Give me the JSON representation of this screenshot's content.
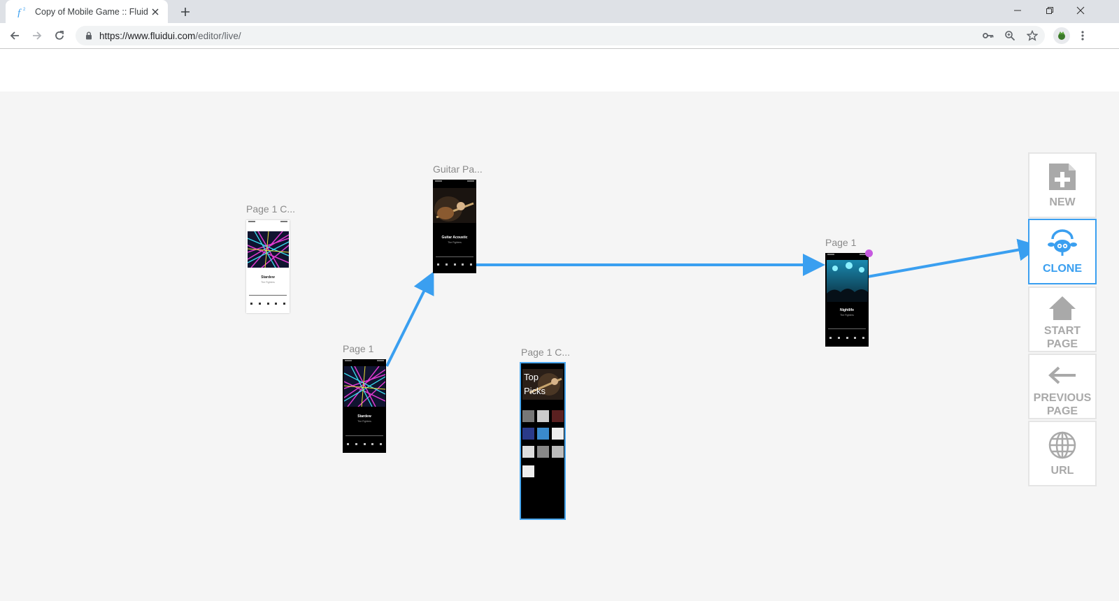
{
  "browser": {
    "tab_title": "Copy of Mobile Game :: Fluid UI",
    "url_host": "https://www.fluidui.com",
    "url_path": "/editor/live/"
  },
  "pages": [
    {
      "id": "page1-copy-a",
      "label": "Page 1 C...",
      "thumb_title": "Stardew",
      "thumb_sub": "The Fighters",
      "theme": "light"
    },
    {
      "id": "guitar-page",
      "label": "Guitar Pa...",
      "thumb_title": "Guitar Acoustic",
      "thumb_sub": "The Fighters",
      "theme": "dark"
    },
    {
      "id": "page1-left",
      "label": "Page 1",
      "thumb_title": "Stardew",
      "thumb_sub": "The Fighters",
      "theme": "dark"
    },
    {
      "id": "page1-copy-b",
      "label": "Page 1 C...",
      "thumb_title": "Top Picks",
      "theme": "dark"
    },
    {
      "id": "page1-right",
      "label": "Page 1",
      "thumb_title": "Nightlife",
      "thumb_sub": "The Fighters",
      "theme": "dark"
    }
  ],
  "side_panel": {
    "new_label": "NEW",
    "clone_label": "CLONE",
    "start_label": "START\nPAGE",
    "previous_label": "PREVIOUS\nPAGE",
    "url_label": "URL"
  },
  "colors": {
    "accent": "#3a9ff0",
    "handle": "#c659e0",
    "canvas": "#f5f5f5"
  }
}
